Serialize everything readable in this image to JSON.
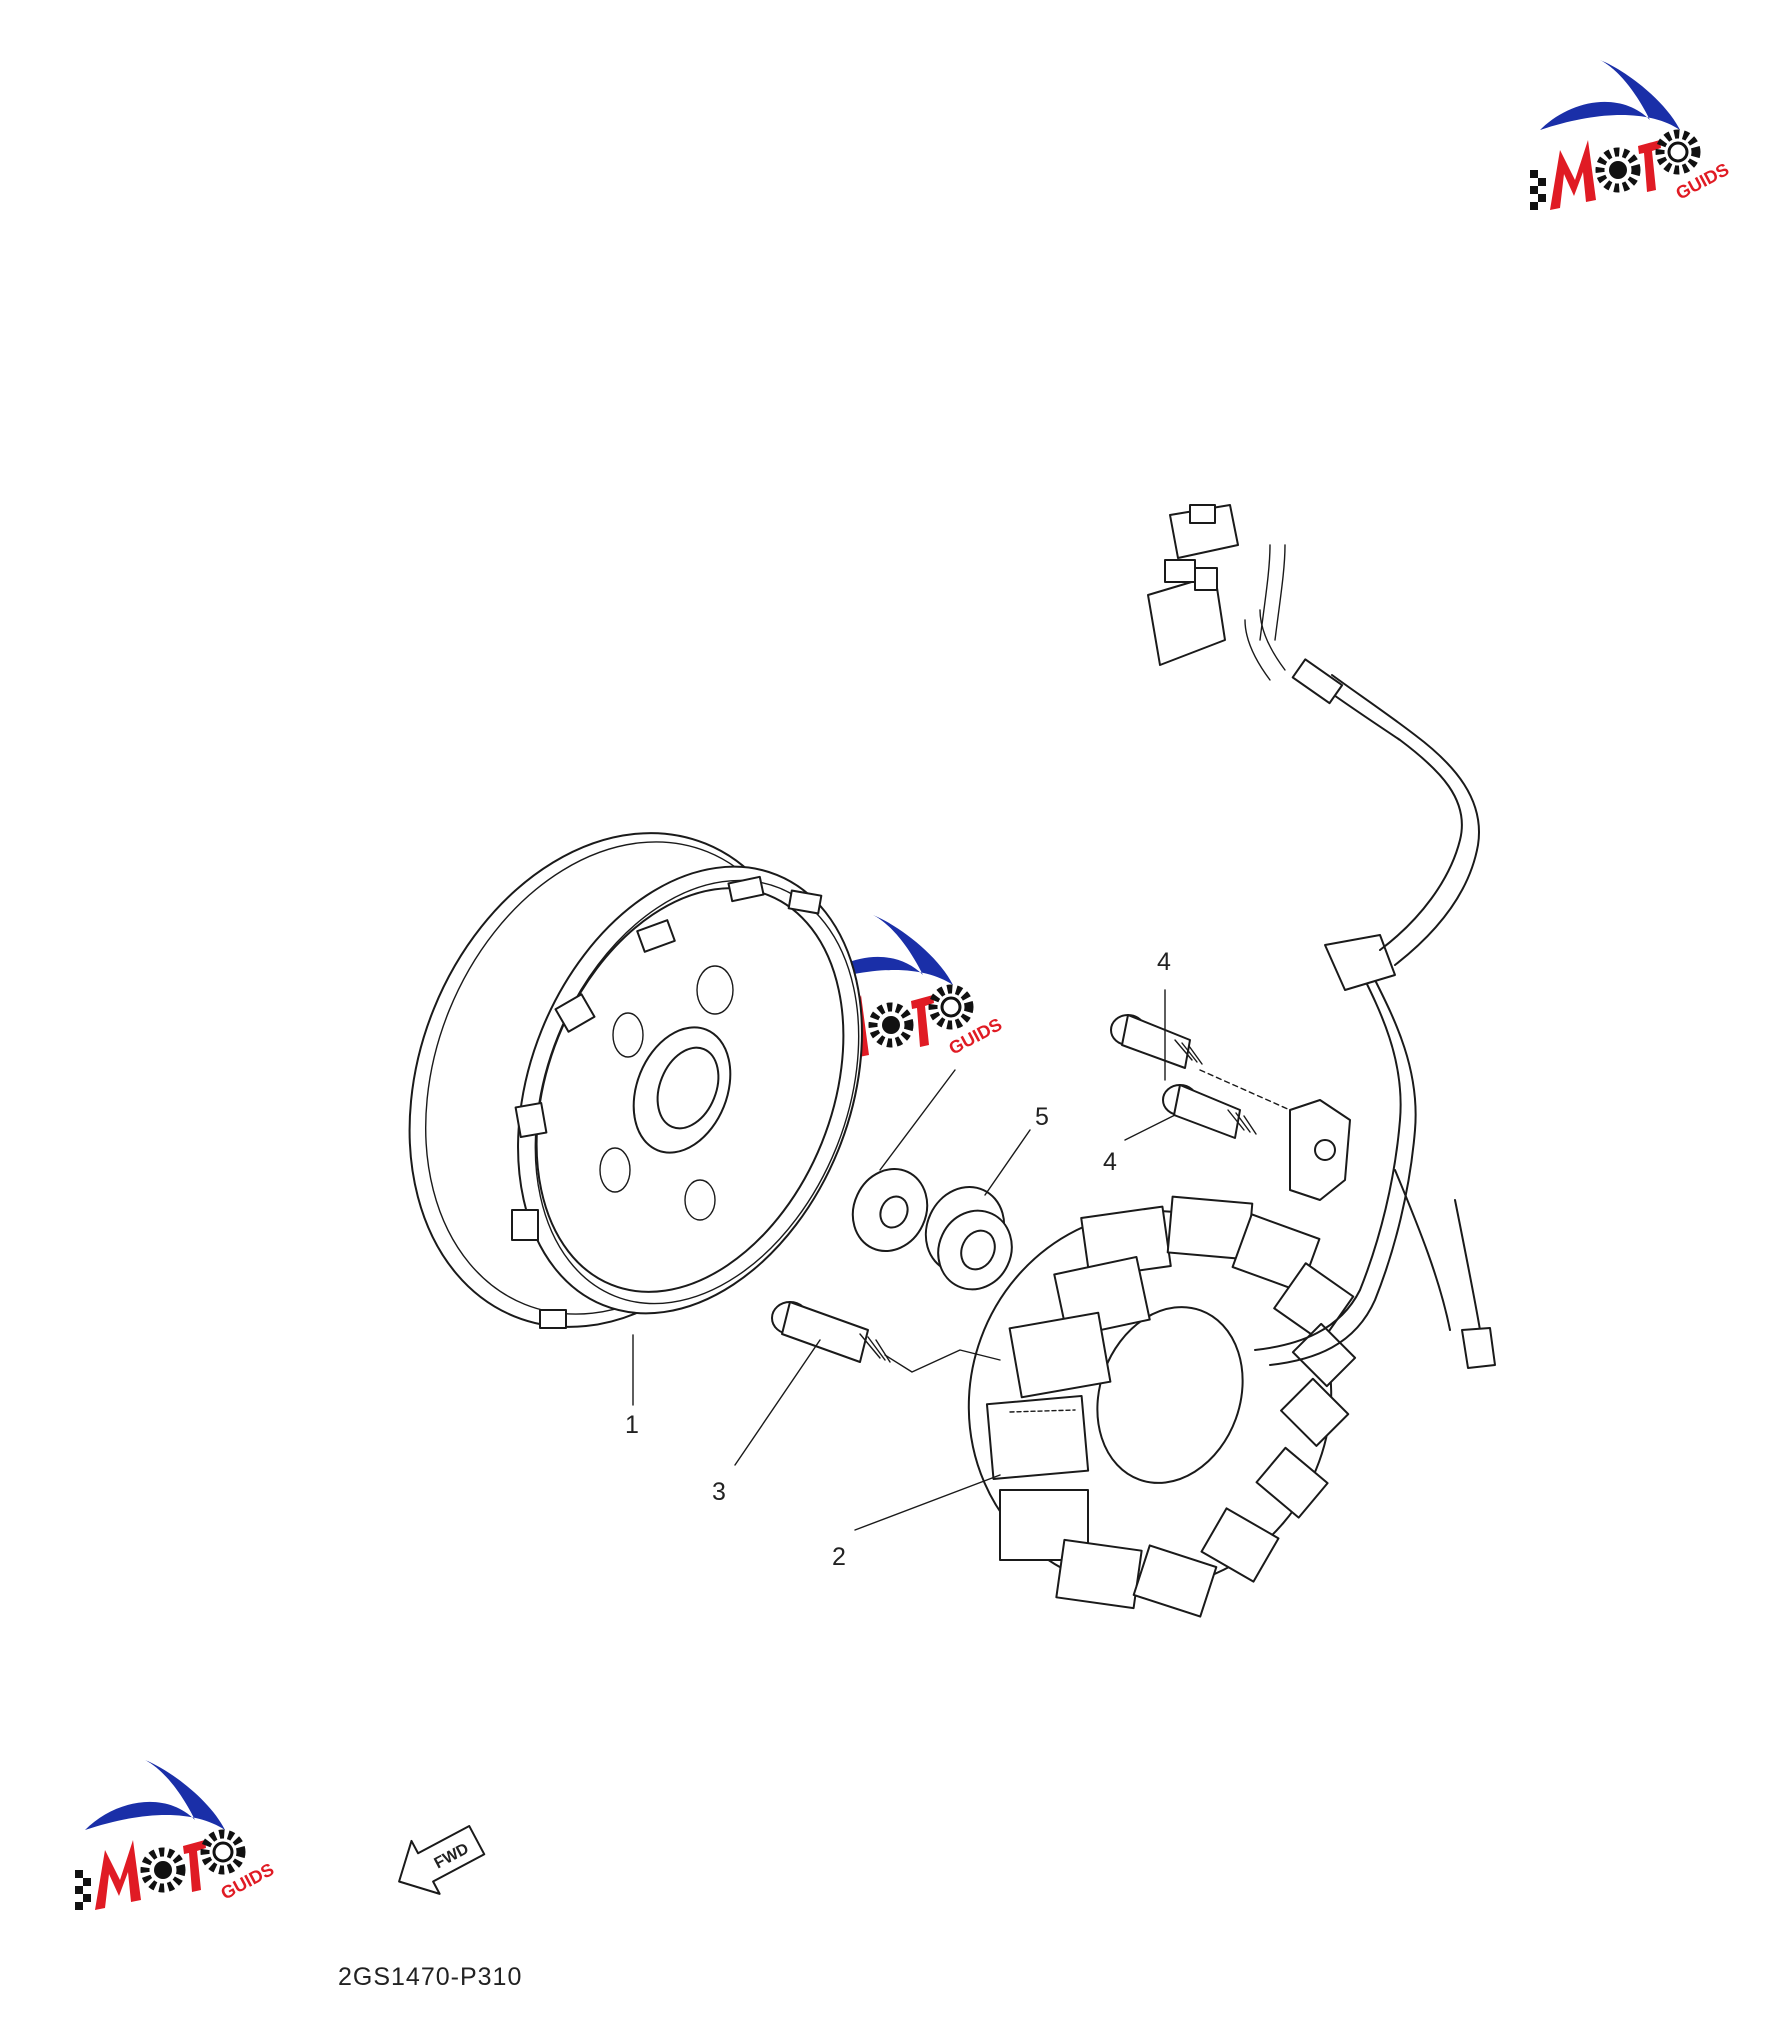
{
  "diagram": {
    "callouts": {
      "c1": "1",
      "c2": "2",
      "c3": "3",
      "c4a": "4",
      "c4b": "4",
      "c5": "5"
    },
    "part_code": "2GS1470-P310",
    "fwd_label": "FWD"
  },
  "logo": {
    "text": "MOTO",
    "suffix": "GUIDS",
    "colors": {
      "red": "#e01b24",
      "blue": "#1a2fa8",
      "black": "#111111"
    }
  }
}
